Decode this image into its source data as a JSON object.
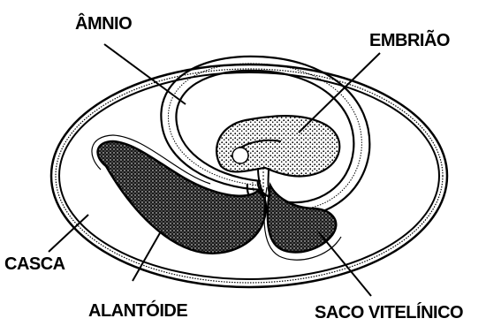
{
  "labels": {
    "amnio": "ÂMNIO",
    "embriao": "EMBRIÃO",
    "casca": "CASCA",
    "alantoide": "ALANTÓIDE",
    "saco_vitelinico": "SACO VITELÍNICO"
  },
  "colors": {
    "ink": "#000000",
    "background": "#ffffff",
    "dark_fill": "#1a1a1a",
    "stipple": "#4a4a4a"
  }
}
